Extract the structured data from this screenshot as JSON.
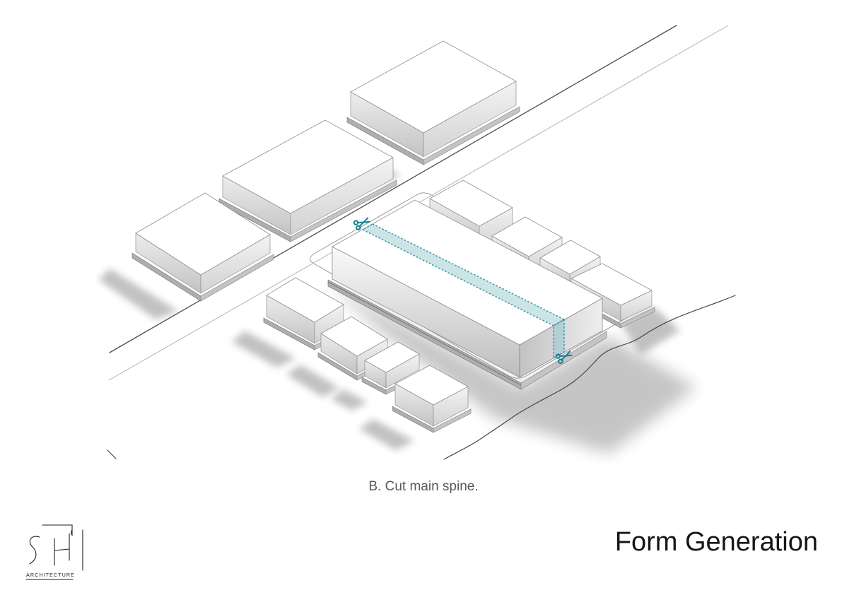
{
  "title": {
    "text": "Form Generation"
  },
  "caption": {
    "text": "B. Cut main spine."
  },
  "logo": {
    "monogram": "SH'I",
    "wordmark": "ARCHITECTURE"
  },
  "icons": {
    "scissors": "✂"
  },
  "colors": {
    "accent": "#0f7f91",
    "band_stroke": "#2d9aab",
    "band_fill": "#9ccad0",
    "caption_text": "#595959",
    "title_text": "#161616",
    "logo_ink": "#1f1f1f"
  }
}
